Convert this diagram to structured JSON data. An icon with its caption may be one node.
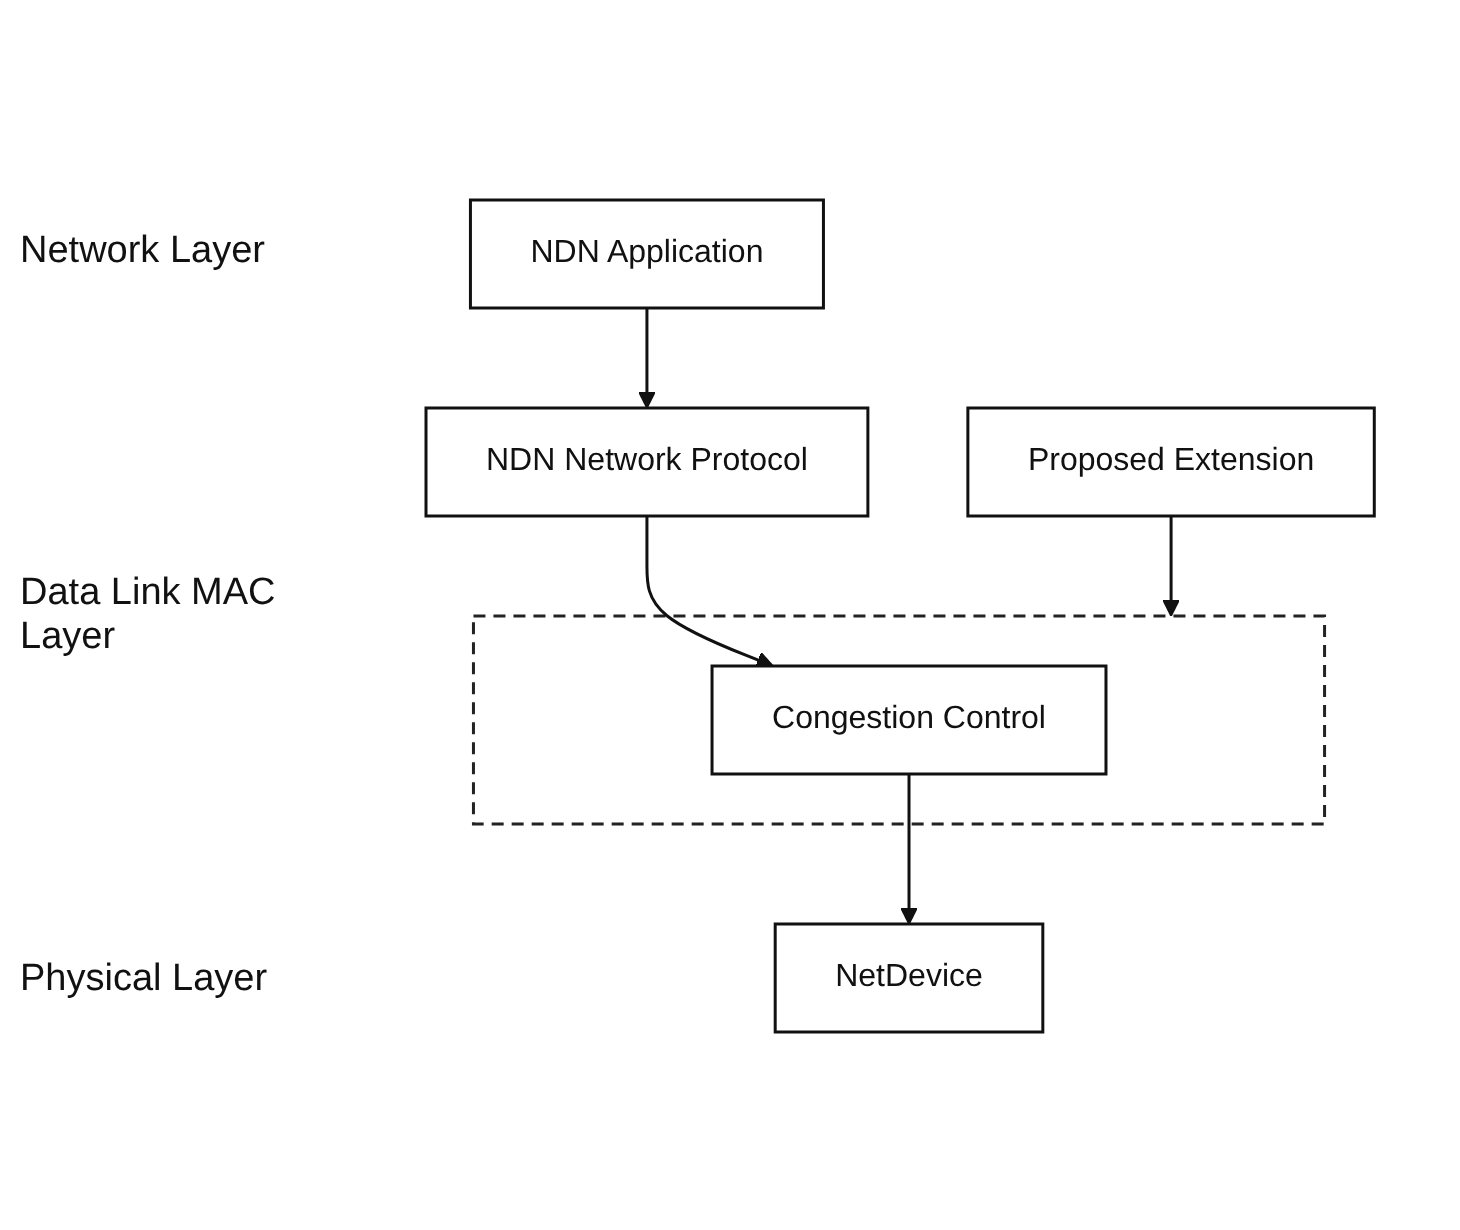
{
  "diagram": {
    "nodes": [
      {
        "text": [
          "NDN Application"
        ]
      },
      {
        "text": [
          "NDN Network Protocol"
        ]
      },
      {
        "text": [],
        "shape": "box"
      },
      {
        "text": [
          "Congestion Control"
        ],
        "in": 2
      },
      {
        "text": [
          "NetDevice"
        ]
      },
      {
        "text": [
          "Proposed Extension"
        ]
      }
    ],
    "edges": [
      {
        "from": 0,
        "to": 1,
        "arrow": "to"
      },
      {
        "from": 1,
        "to": 3,
        "arrow": "to"
      },
      {
        "from": 3,
        "to": 4,
        "arrow": "to"
      },
      {
        "from": 5,
        "to": 2,
        "arrow": "to"
      }
    ],
    "labels": [
      "Network Layer",
      "Data Link MAC Layer",
      "Physical Layer"
    ]
  }
}
